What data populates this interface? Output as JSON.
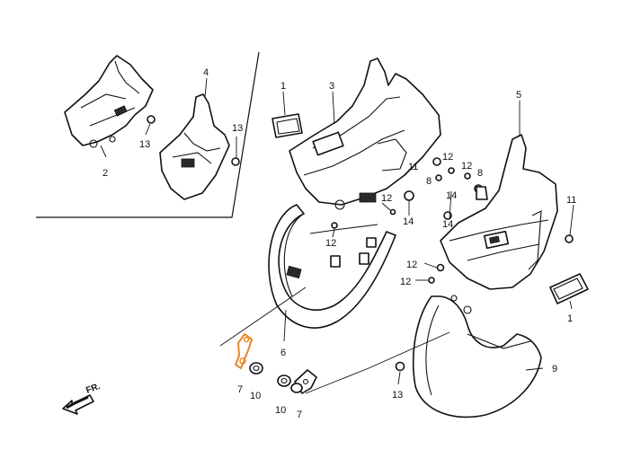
{
  "accent_color": "#e8882a",
  "direction_label": "FR.",
  "callouts": {
    "c1a": "1",
    "c1b": "1",
    "c2": "2",
    "c3": "3",
    "c4": "4",
    "c5": "5",
    "c6": "6",
    "c7a": "7",
    "c7b": "7",
    "c8a": "8",
    "c8b": "8",
    "c9": "9",
    "c10a": "10",
    "c10b": "10",
    "c11a": "11",
    "c11b": "11",
    "c12a": "12",
    "c12b": "12",
    "c12c": "12",
    "c12d": "12",
    "c12e": "12",
    "c12f": "12",
    "c13a": "13",
    "c13b": "13",
    "c13c": "13",
    "c14a": "14",
    "c14b": "14",
    "c14c": "14"
  }
}
